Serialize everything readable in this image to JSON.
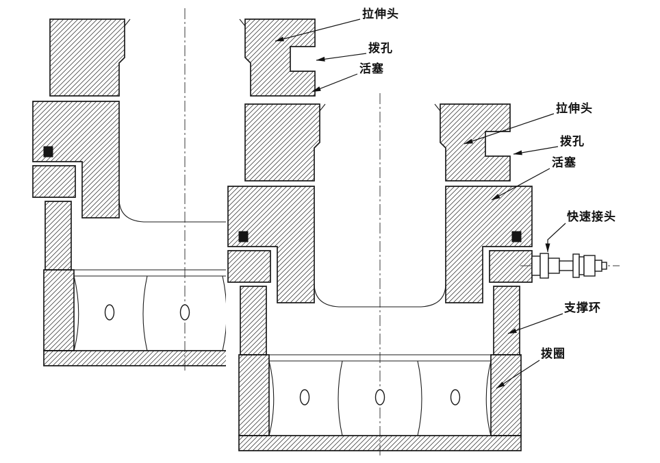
{
  "drawing": {
    "type": "engineering-cross-section",
    "labels": {
      "left_view": {
        "tension_head": "拉伸头",
        "dial_hole": "拨孔",
        "piston": "活塞"
      },
      "right_view": {
        "tension_head": "拉伸头",
        "dial_hole": "拨孔",
        "piston": "活塞",
        "quick_coupling": "快速接头",
        "support_ring": "支撑环",
        "dial_ring": "拨圈"
      }
    },
    "colors": {
      "line": "#1a1a1a",
      "background": "#ffffff",
      "seal": "#161616"
    }
  }
}
